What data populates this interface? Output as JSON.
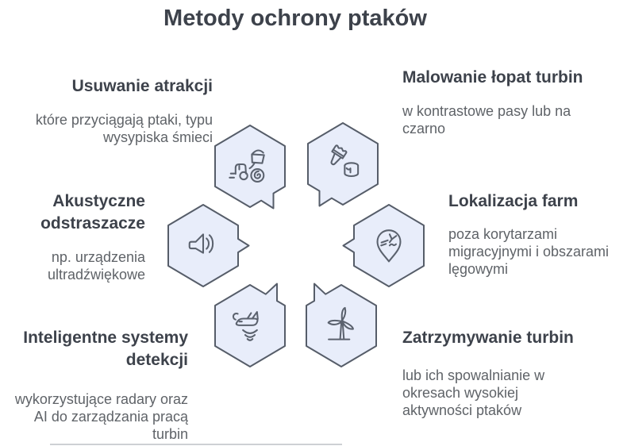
{
  "title": "Metody ochrony ptaków",
  "colors": {
    "hexagon_fill": "#e8edfa",
    "hexagon_stroke": "#565d69",
    "icon_stroke": "#5b626e",
    "heading_text": "#3d424b",
    "body_text": "#5f6368",
    "bottom_line": "#cdd0d4"
  },
  "methods": [
    {
      "id": "usuwanie-atrakcji",
      "heading": "Usuwanie atrakcji",
      "description": "które przyciągają ptaki, typu wysypiska śmieci",
      "icon": "garbage-removal-icon"
    },
    {
      "id": "malowanie-lopat",
      "heading": "Malowanie łopat turbin",
      "description": "w kontrastowe pasy lub na czarno",
      "icon": "paint-brush-bucket-icon"
    },
    {
      "id": "akustyczne-odstraszacze",
      "heading": "Akustyczne odstraszacze",
      "description": "np. urządzenia ultradźwiękowe",
      "icon": "speaker-icon"
    },
    {
      "id": "lokalizacja-farm",
      "heading": "Lokalizacja farm",
      "description": "poza korytarzami migracyjnymi i obszarami lęgowymi",
      "icon": "location-pin-bird-icon"
    },
    {
      "id": "inteligentne-systemy",
      "heading": "Inteligentne systemy detekcji",
      "description": "wykorzystujące radary oraz AI do zarządzania pracą turbin",
      "icon": "plane-radar-icon"
    },
    {
      "id": "zatrzymywanie-turbin",
      "heading": "Zatrzymywanie turbin",
      "description": "lub ich spowalnianie w okresach wysokiej aktywności ptaków",
      "icon": "wind-turbine-icon"
    }
  ]
}
